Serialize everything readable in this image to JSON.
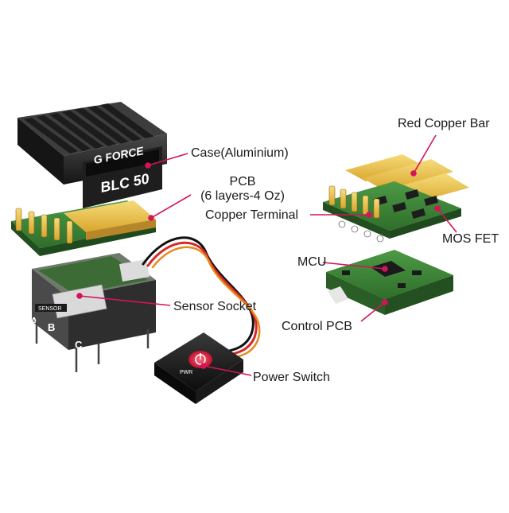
{
  "labels": {
    "case": "Case(Aluminium)",
    "pcb_line1": "PCB",
    "pcb_line2": "(6 layers-4 Oz)",
    "copper_terminal": "Copper Terminal",
    "sensor_socket": "Sensor Socket",
    "power_switch": "Power Switch",
    "red_copper_bar": "Red Copper Bar",
    "mos_fet": "MOS FET",
    "mcu": "MCU",
    "control_pcb": "Control PCB"
  },
  "branding": {
    "brand": "G FORCE",
    "model": "BLC 50",
    "switch_text": "PWR",
    "sensor_text": "SENSOR",
    "phase_a": "A",
    "phase_b": "B",
    "phase_c": "C"
  },
  "colors": {
    "leader": "#d4145a",
    "heatsink": "#2b2b2b",
    "pcb_green": "#3f8a3a",
    "copper": "#e3b94a",
    "gold": "#f2c94c",
    "wire_red": "#d62828",
    "wire_black": "#111111",
    "wire_orange": "#e8891c",
    "switch_red": "#e0203c"
  }
}
